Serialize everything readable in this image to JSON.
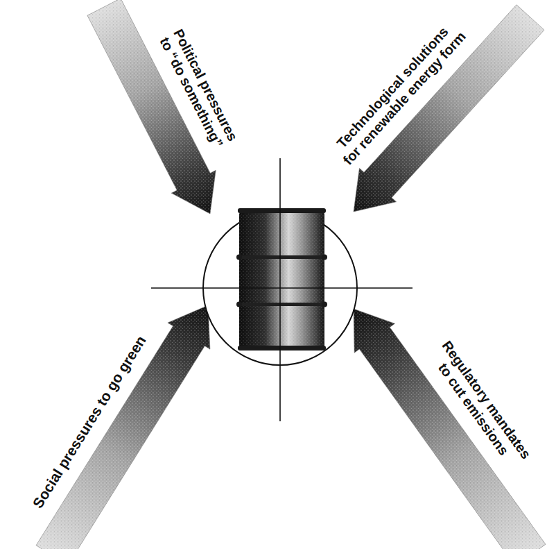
{
  "diagram": {
    "labels": [
      "Political pressures to “do something”",
      "Technological solutions for renewable energy form",
      "Social pressures to go green",
      "Regulatory mandates to cut emissions"
    ]
  }
}
